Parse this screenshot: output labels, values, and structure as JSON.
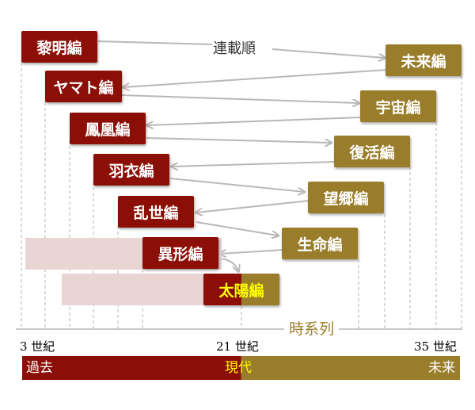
{
  "labels": {
    "publication_order": "連載順",
    "chronological": "時系列"
  },
  "axis": {
    "left": "3 世紀",
    "middle": "21 世紀",
    "right": "35 世紀"
  },
  "era_bar": {
    "past": "過去",
    "present": "現代",
    "future": "未来"
  },
  "stories": [
    {
      "id": "reimei",
      "name": "黎明編"
    },
    {
      "id": "mirai",
      "name": "未来編"
    },
    {
      "id": "yamato",
      "name": "ヤマト編"
    },
    {
      "id": "uchu",
      "name": "宇宙編"
    },
    {
      "id": "houou",
      "name": "鳳凰編"
    },
    {
      "id": "fukkatsu",
      "name": "復活編"
    },
    {
      "id": "hagoromo",
      "name": "羽衣編"
    },
    {
      "id": "bokyo",
      "name": "望郷編"
    },
    {
      "id": "ranse",
      "name": "乱世編"
    },
    {
      "id": "seimei",
      "name": "生命編"
    },
    {
      "id": "ikei",
      "name": "異形編"
    },
    {
      "id": "taiyo",
      "name": "太陽編"
    }
  ],
  "colors": {
    "past": "#8b0f07",
    "future": "#9a7d2a",
    "present_text": "#ffff00",
    "connector": "#b8b8b8",
    "range": "#ead5d5"
  }
}
